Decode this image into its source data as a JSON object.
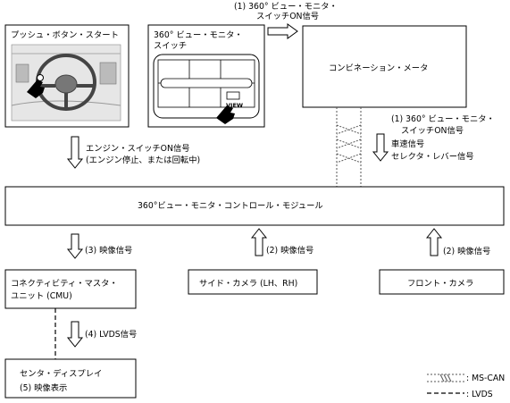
{
  "boxes": {
    "push_button": "プッシュ・ボタン・スタート",
    "view_switch_line1": "360° ビュー・モニタ・",
    "view_switch_line2": "スイッチ",
    "view_button": "VIEW",
    "combination_meter": "コンビネーション・メータ",
    "control_module": "360°ビュー・モニタ・コントロール・モジュール",
    "cmu_line1": "コネクティビティ・マスタ・",
    "cmu_line2": "ユニット (CMU)",
    "side_camera": "サイド・カメラ (LH、RH)",
    "front_camera": "フロント・カメラ",
    "center_display": "センタ・ディスプレイ",
    "video_display": "(5) 映像表示"
  },
  "signals": {
    "top_switch_line1": "(1) 360° ビュー・モニタ・",
    "top_switch_line2": "スイッチON信号",
    "meter_switch_line1": "(1) 360° ビュー・モニタ・",
    "meter_switch_line2": "スイッチON信号",
    "vehicle_speed": "車速信号",
    "selector_lever": "セレクタ・レバー信号",
    "engine_switch_line1": "エンジン・スイッチON信号",
    "engine_switch_line2": "(エンジン停止、または回転中)",
    "video_3": "(3) 映像信号",
    "video_side": "(2) 映像信号",
    "video_front": "(2) 映像信号",
    "lvds_4": "(4) LVDS信号"
  },
  "legend": {
    "ms_can": ": MS-CAN",
    "lvds": ": LVDS"
  }
}
